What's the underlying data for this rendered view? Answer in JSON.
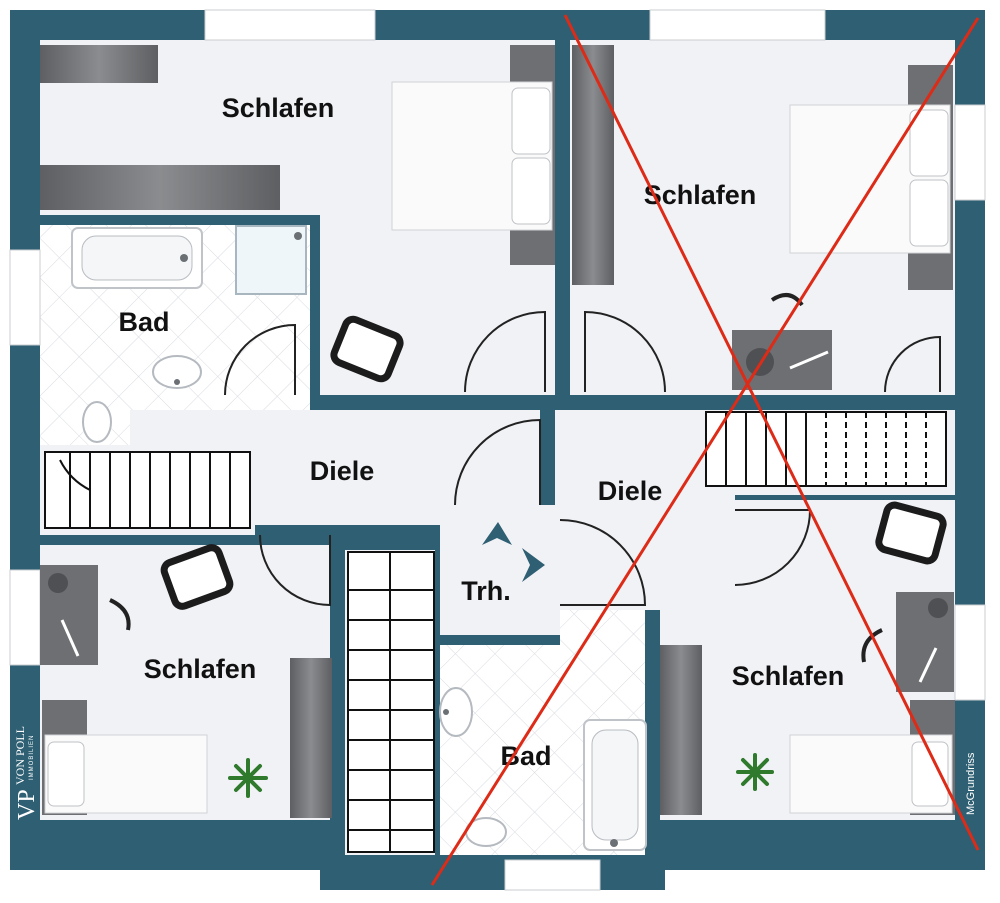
{
  "colors": {
    "wall": "#2e5f73",
    "floor": "#f1f2f6",
    "tile": "#ffffff",
    "furniture_dark": "#6d6f72",
    "bed_sheet": "#fafafa",
    "door_line": "#222222",
    "stair_line": "#111111",
    "cross": "#dd2b17",
    "window": "#ffffff"
  },
  "rooms": [
    {
      "id": "schlafen-top-left",
      "label": "Schlafen"
    },
    {
      "id": "schlafen-top-right",
      "label": "Schlafen"
    },
    {
      "id": "bad-left",
      "label": "Bad"
    },
    {
      "id": "diele-left",
      "label": "Diele"
    },
    {
      "id": "diele-right",
      "label": "Diele"
    },
    {
      "id": "trh",
      "label": "Trh."
    },
    {
      "id": "schlafen-bottom-left",
      "label": "Schlafen"
    },
    {
      "id": "schlafen-bottom-right",
      "label": "Schlafen"
    },
    {
      "id": "bad-bottom",
      "label": "Bad"
    }
  ],
  "brand": {
    "monogram": "VP",
    "name": "VON POLL",
    "subtitle": "IMMOBILIEN"
  },
  "credit": "McGrundriss",
  "icons": [
    "bed-icon",
    "wardrobe-icon",
    "desk-icon",
    "chair-icon",
    "bathtub-icon",
    "shower-icon",
    "sink-icon",
    "toilet-icon",
    "plant-icon",
    "stairs-icon",
    "door-swing-icon",
    "cross-out-icon",
    "direction-arrow-icon"
  ]
}
